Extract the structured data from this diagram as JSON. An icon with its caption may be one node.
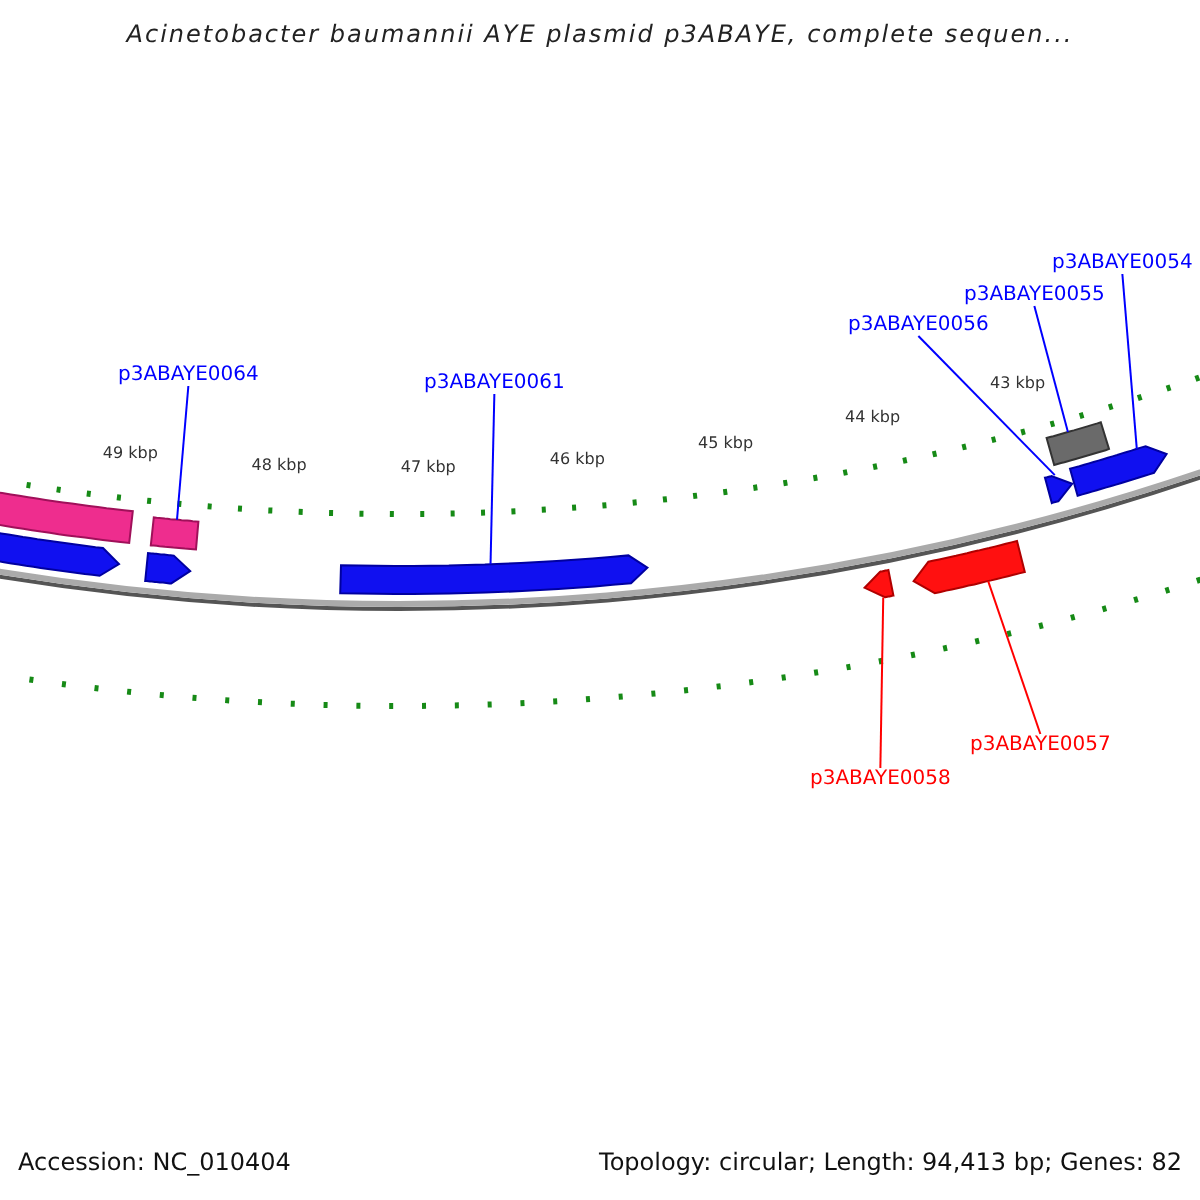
{
  "diagram": {
    "title": "Acinetobacter baumannii AYE plasmid p3ABAYE, complete sequen...",
    "nodes": [
      {
        "text": [
          "p3ABAYE0054"
        ]
      },
      {
        "text": [
          "p3ABAYE0055"
        ]
      },
      {
        "text": [
          "p3ABAYE0056"
        ]
      },
      {
        "text": [
          "p3ABAYE0064"
        ]
      },
      {
        "text": [
          "p3ABAYE0061"
        ]
      },
      {
        "text": [
          "p3ABAYE0057"
        ]
      },
      {
        "text": [
          "p3ABAYE0058"
        ]
      },
      {
        "text": [],
        "shape": "bar"
      },
      {
        "text": [],
        "shape": "arrow"
      },
      {
        "text": [],
        "shape": "arrow"
      },
      {
        "text": [],
        "shape": "arrow"
      },
      {
        "text": [],
        "shape": "arrow"
      },
      {
        "text": [],
        "shape": "bar"
      },
      {
        "text": [],
        "shape": "arrow"
      }
    ],
    "edges": [
      {
        "from": 3,
        "to": 7,
        "arrow": "none"
      },
      {
        "from": 4,
        "to": 8,
        "arrow": "none"
      },
      {
        "from": 2,
        "to": 11,
        "arrow": "none"
      },
      {
        "from": 1,
        "to": 12,
        "arrow": "none"
      },
      {
        "from": 0,
        "to": 13,
        "arrow": "none"
      },
      {
        "from": 6,
        "to": 9,
        "arrow": "none",
        "color": "#ff0000"
      },
      {
        "from": 5,
        "to": 10,
        "arrow": "none",
        "color": "#ff0000"
      }
    ],
    "labels": [
      "49 kbp",
      "48 kbp",
      "47 kbp",
      "46 kbp",
      "45 kbp",
      "44 kbp",
      "43 kbp",
      "Accession: NC_010404",
      "Topology: circular; Length: 94,413 bp; Genes: 82"
    ]
  }
}
